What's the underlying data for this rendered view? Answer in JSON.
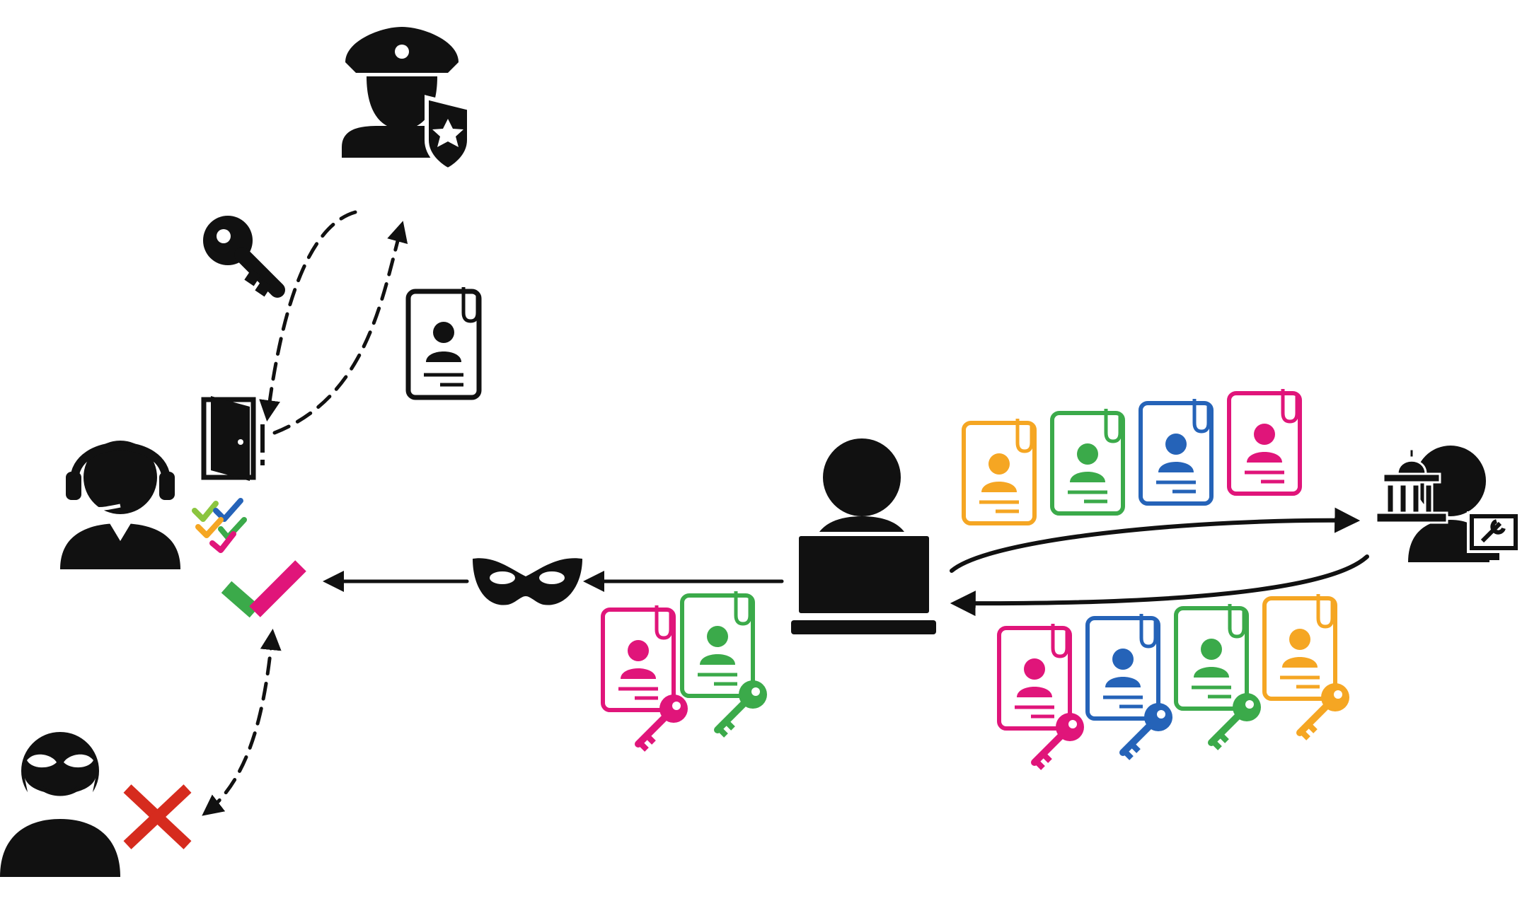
{
  "colors": {
    "ink": "#111111",
    "orange": "#F5A623",
    "green": "#3BAA4A",
    "blue": "#2563B8",
    "magenta": "#E0157A",
    "red": "#D62B1E",
    "lime": "#8BC53F",
    "white": "#FFFFFF"
  },
  "actors": [
    {
      "id": "police",
      "icon": "police-officer-icon"
    },
    {
      "id": "verifier",
      "icon": "call-center-agent-icon"
    },
    {
      "id": "attacker",
      "icon": "masked-thief-icon"
    },
    {
      "id": "user",
      "icon": "laptop-user-icon"
    },
    {
      "id": "issuer",
      "icon": "government-official-icon"
    }
  ],
  "flows": [
    {
      "id": "user-to-issuer",
      "style": "solid",
      "direction": "to-issuer"
    },
    {
      "id": "issuer-to-user",
      "style": "solid",
      "direction": "to-user"
    },
    {
      "id": "user-to-mask",
      "style": "solid",
      "direction": "to-verifier"
    },
    {
      "id": "mask-to-check",
      "style": "solid",
      "direction": "to-verifier"
    },
    {
      "id": "police-to-door",
      "style": "dashed",
      "direction": "to-door"
    },
    {
      "id": "door-to-police",
      "style": "dashed",
      "direction": "to-police"
    },
    {
      "id": "check-attacker",
      "style": "dashed",
      "direction": "both"
    }
  ],
  "credentials": {
    "requested": [
      "orange",
      "green",
      "blue",
      "magenta"
    ],
    "issued": [
      "magenta",
      "blue",
      "green",
      "orange"
    ],
    "presented": [
      "magenta",
      "green"
    ]
  },
  "symbols": [
    "key-icon",
    "id-card-icon",
    "door-icon",
    "mask-icon",
    "check-icon",
    "cross-icon"
  ]
}
